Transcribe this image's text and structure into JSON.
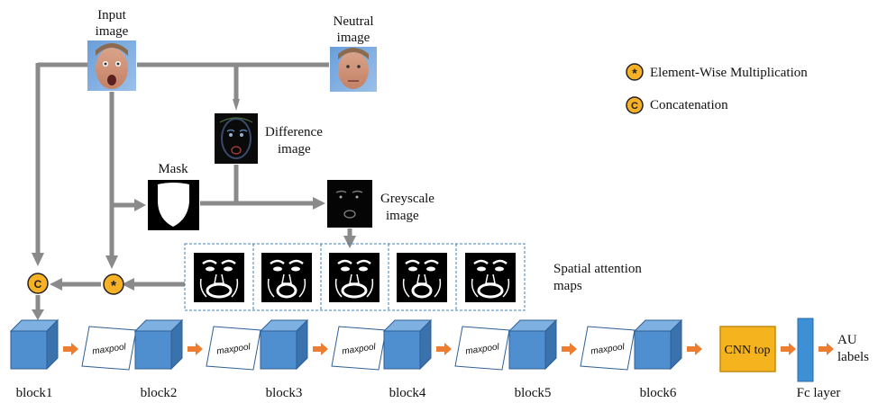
{
  "labels": {
    "input_image": [
      "Input",
      "image"
    ],
    "neutral_image": [
      "Neutral",
      "image"
    ],
    "difference_image": [
      "Difference",
      "image"
    ],
    "mask": "Mask",
    "greyscale_image": [
      "Greyscale",
      "image"
    ],
    "spatial_attention_maps": [
      "Spatial attention",
      "maps"
    ]
  },
  "legend": {
    "multiply_symbol": "*",
    "multiply_label": "Element-Wise Multiplication",
    "concat_symbol": "C",
    "concat_label": "Concatenation"
  },
  "operators": {
    "multiply_symbol": "*",
    "concat_symbol": "C"
  },
  "pipeline": {
    "blocks": [
      "block1",
      "block2",
      "block3",
      "block4",
      "block5",
      "block6"
    ],
    "maxpool_label": "maxpool",
    "cnn_top_label": "CNN top",
    "fc_layer_label": "Fc layer",
    "output_label": [
      "AU",
      "labels"
    ]
  },
  "colors": {
    "arrow_gray": "#8a8a8a",
    "pipeline_arrow": "#ed7d31",
    "block_blue": "#4f8fcf",
    "operator_fill": "#f6b126",
    "cnn_top_fill": "#f5b31e",
    "fc_layer_fill": "#3d8fd6",
    "dashed_border": "#3f7fb5"
  }
}
